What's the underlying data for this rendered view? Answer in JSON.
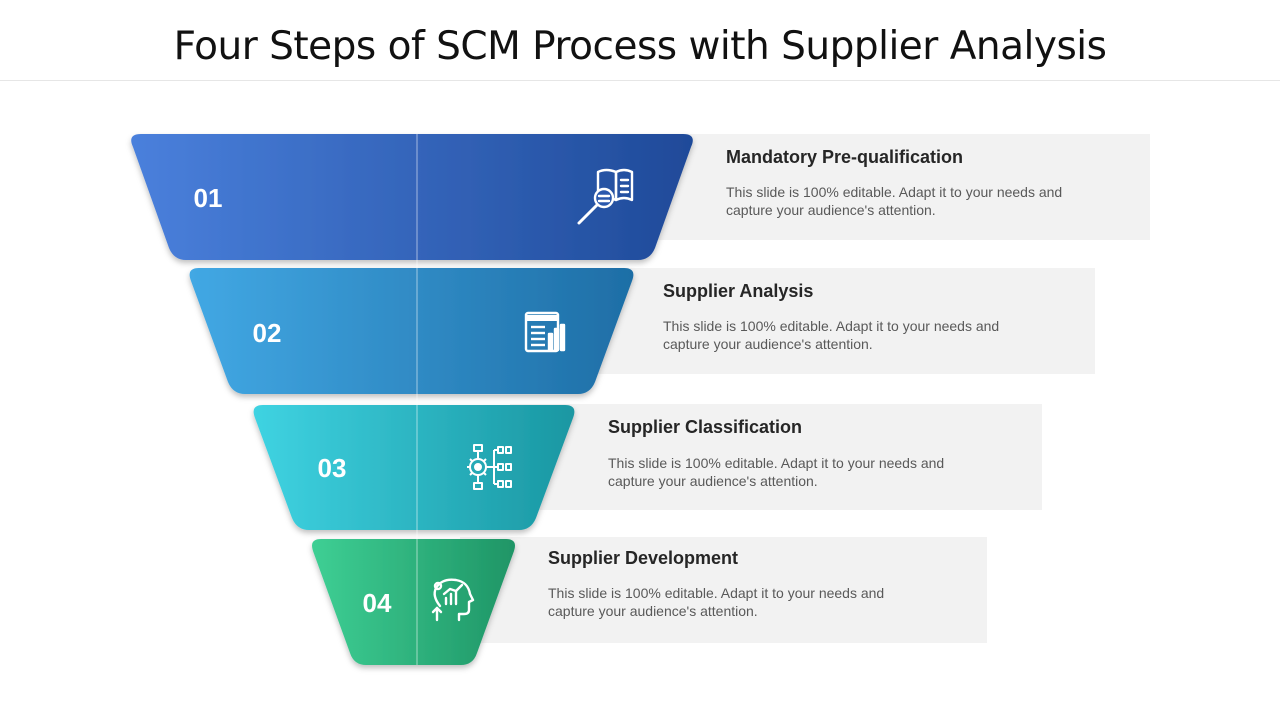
{
  "title": "Four Steps of SCM Process with Supplier Analysis",
  "steps": [
    {
      "number": "01",
      "heading": "Mandatory Pre-qualification",
      "body": "This slide is 100% editable. Adapt it to your needs and capture your audience's attention.",
      "icon": "book-magnifier-icon",
      "colors": [
        "#4a80dc",
        "#1f4a99"
      ]
    },
    {
      "number": "02",
      "heading": "Supplier Analysis",
      "body": "This slide is 100% editable. Adapt it to your needs and capture your audience's attention.",
      "icon": "report-chart-icon",
      "colors": [
        "#42a8e4",
        "#1e6ea6"
      ]
    },
    {
      "number": "03",
      "heading": "Supplier Classification",
      "body": "This slide is 100% editable. Adapt it to your needs and capture your audience's attention.",
      "icon": "gear-hierarchy-icon",
      "colors": [
        "#3fd3e2",
        "#1a97a2"
      ]
    },
    {
      "number": "04",
      "heading": "Supplier Development",
      "body": "This slide is 100% editable. Adapt it to your needs and capture your audience's attention.",
      "icon": "head-growth-icon",
      "colors": [
        "#3ecf94",
        "#1f9566"
      ]
    }
  ]
}
